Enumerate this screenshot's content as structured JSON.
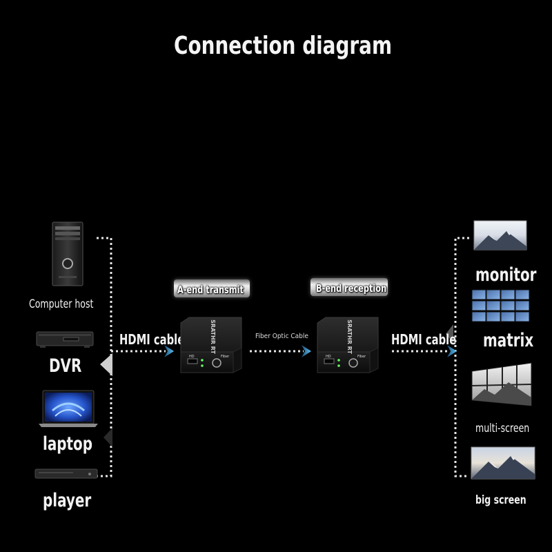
{
  "title": "Connection diagram",
  "sources": [
    {
      "label": "Computer host",
      "icon": "computer-tower-icon"
    },
    {
      "label": "DVR",
      "icon": "dvr-icon"
    },
    {
      "label": "laptop",
      "icon": "laptop-icon"
    },
    {
      "label": "player",
      "icon": "disc-player-icon"
    }
  ],
  "left_cable": "HDMI cable",
  "transmitter": {
    "label": "A-end transmit",
    "brand": "SRATHR RT",
    "port_hd": "HD",
    "port_fiber": "Fiber"
  },
  "middle_cable": "Fiber Optic Cable",
  "receiver": {
    "label": "B-end reception",
    "brand": "SRATHR RT",
    "port_hd": "HD",
    "port_fiber": "Fiber"
  },
  "right_cable": "HDMI cable",
  "displays": [
    {
      "label": "monitor",
      "icon": "monitor-icon"
    },
    {
      "label": "matrix",
      "icon": "video-matrix-icon"
    },
    {
      "label": "multi-screen",
      "icon": "video-wall-icon"
    },
    {
      "label": "big screen",
      "icon": "big-screen-icon"
    }
  ],
  "colors": {
    "background": "#000000",
    "text": "#ffffff",
    "dotted_line": "#e8e8e8",
    "arrow": "#4aa8e0"
  }
}
